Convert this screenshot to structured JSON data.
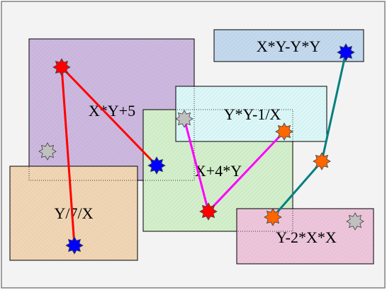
{
  "colors": {
    "background": "#f3f3f3",
    "frame": "#808080",
    "purple": "#cdb8df",
    "peach": "#f1d6b5",
    "green": "#d3efcb",
    "cyan": "#dcf7f8",
    "blue": "#c3d9ee",
    "pink": "#eec6dc",
    "red_line": "#ff0000",
    "magenta_line": "#ff00ff",
    "teal_line": "#008080",
    "red_star": "#ff0000",
    "blue_star": "#0000ff",
    "orange_star": "#ff6600",
    "gray_star": "#c0c0c0"
  },
  "boxes": {
    "purple": {
      "label": "X*Y+5"
    },
    "peach": {
      "label": "Y/7/X"
    },
    "green": {
      "label": "X+4*Y"
    },
    "cyan": {
      "label": "Y*Y-1/X"
    },
    "blue": {
      "label": "X*Y-Y*Y"
    },
    "pink": {
      "label": "Y-2*X*X"
    }
  },
  "connectors": [
    {
      "name": "red-connector-a",
      "color": "red"
    },
    {
      "name": "red-connector-b",
      "color": "red"
    },
    {
      "name": "magenta-connector-a",
      "color": "magenta"
    },
    {
      "name": "magenta-connector-b",
      "color": "magenta"
    },
    {
      "name": "teal-connector-a",
      "color": "teal"
    },
    {
      "name": "teal-connector-b",
      "color": "teal"
    }
  ],
  "stars": [
    {
      "name": "red-star-purple",
      "color": "red"
    },
    {
      "name": "blue-star-purple",
      "color": "blue"
    },
    {
      "name": "blue-star-peach",
      "color": "blue"
    },
    {
      "name": "gray-star-purple",
      "color": "gray"
    },
    {
      "name": "gray-star-cyan",
      "color": "gray"
    },
    {
      "name": "orange-star-cyan",
      "color": "orange"
    },
    {
      "name": "red-star-green",
      "color": "red"
    },
    {
      "name": "blue-star-blue",
      "color": "blue"
    },
    {
      "name": "orange-star-right",
      "color": "orange"
    },
    {
      "name": "orange-star-pink",
      "color": "orange"
    },
    {
      "name": "gray-star-pink",
      "color": "gray"
    }
  ]
}
